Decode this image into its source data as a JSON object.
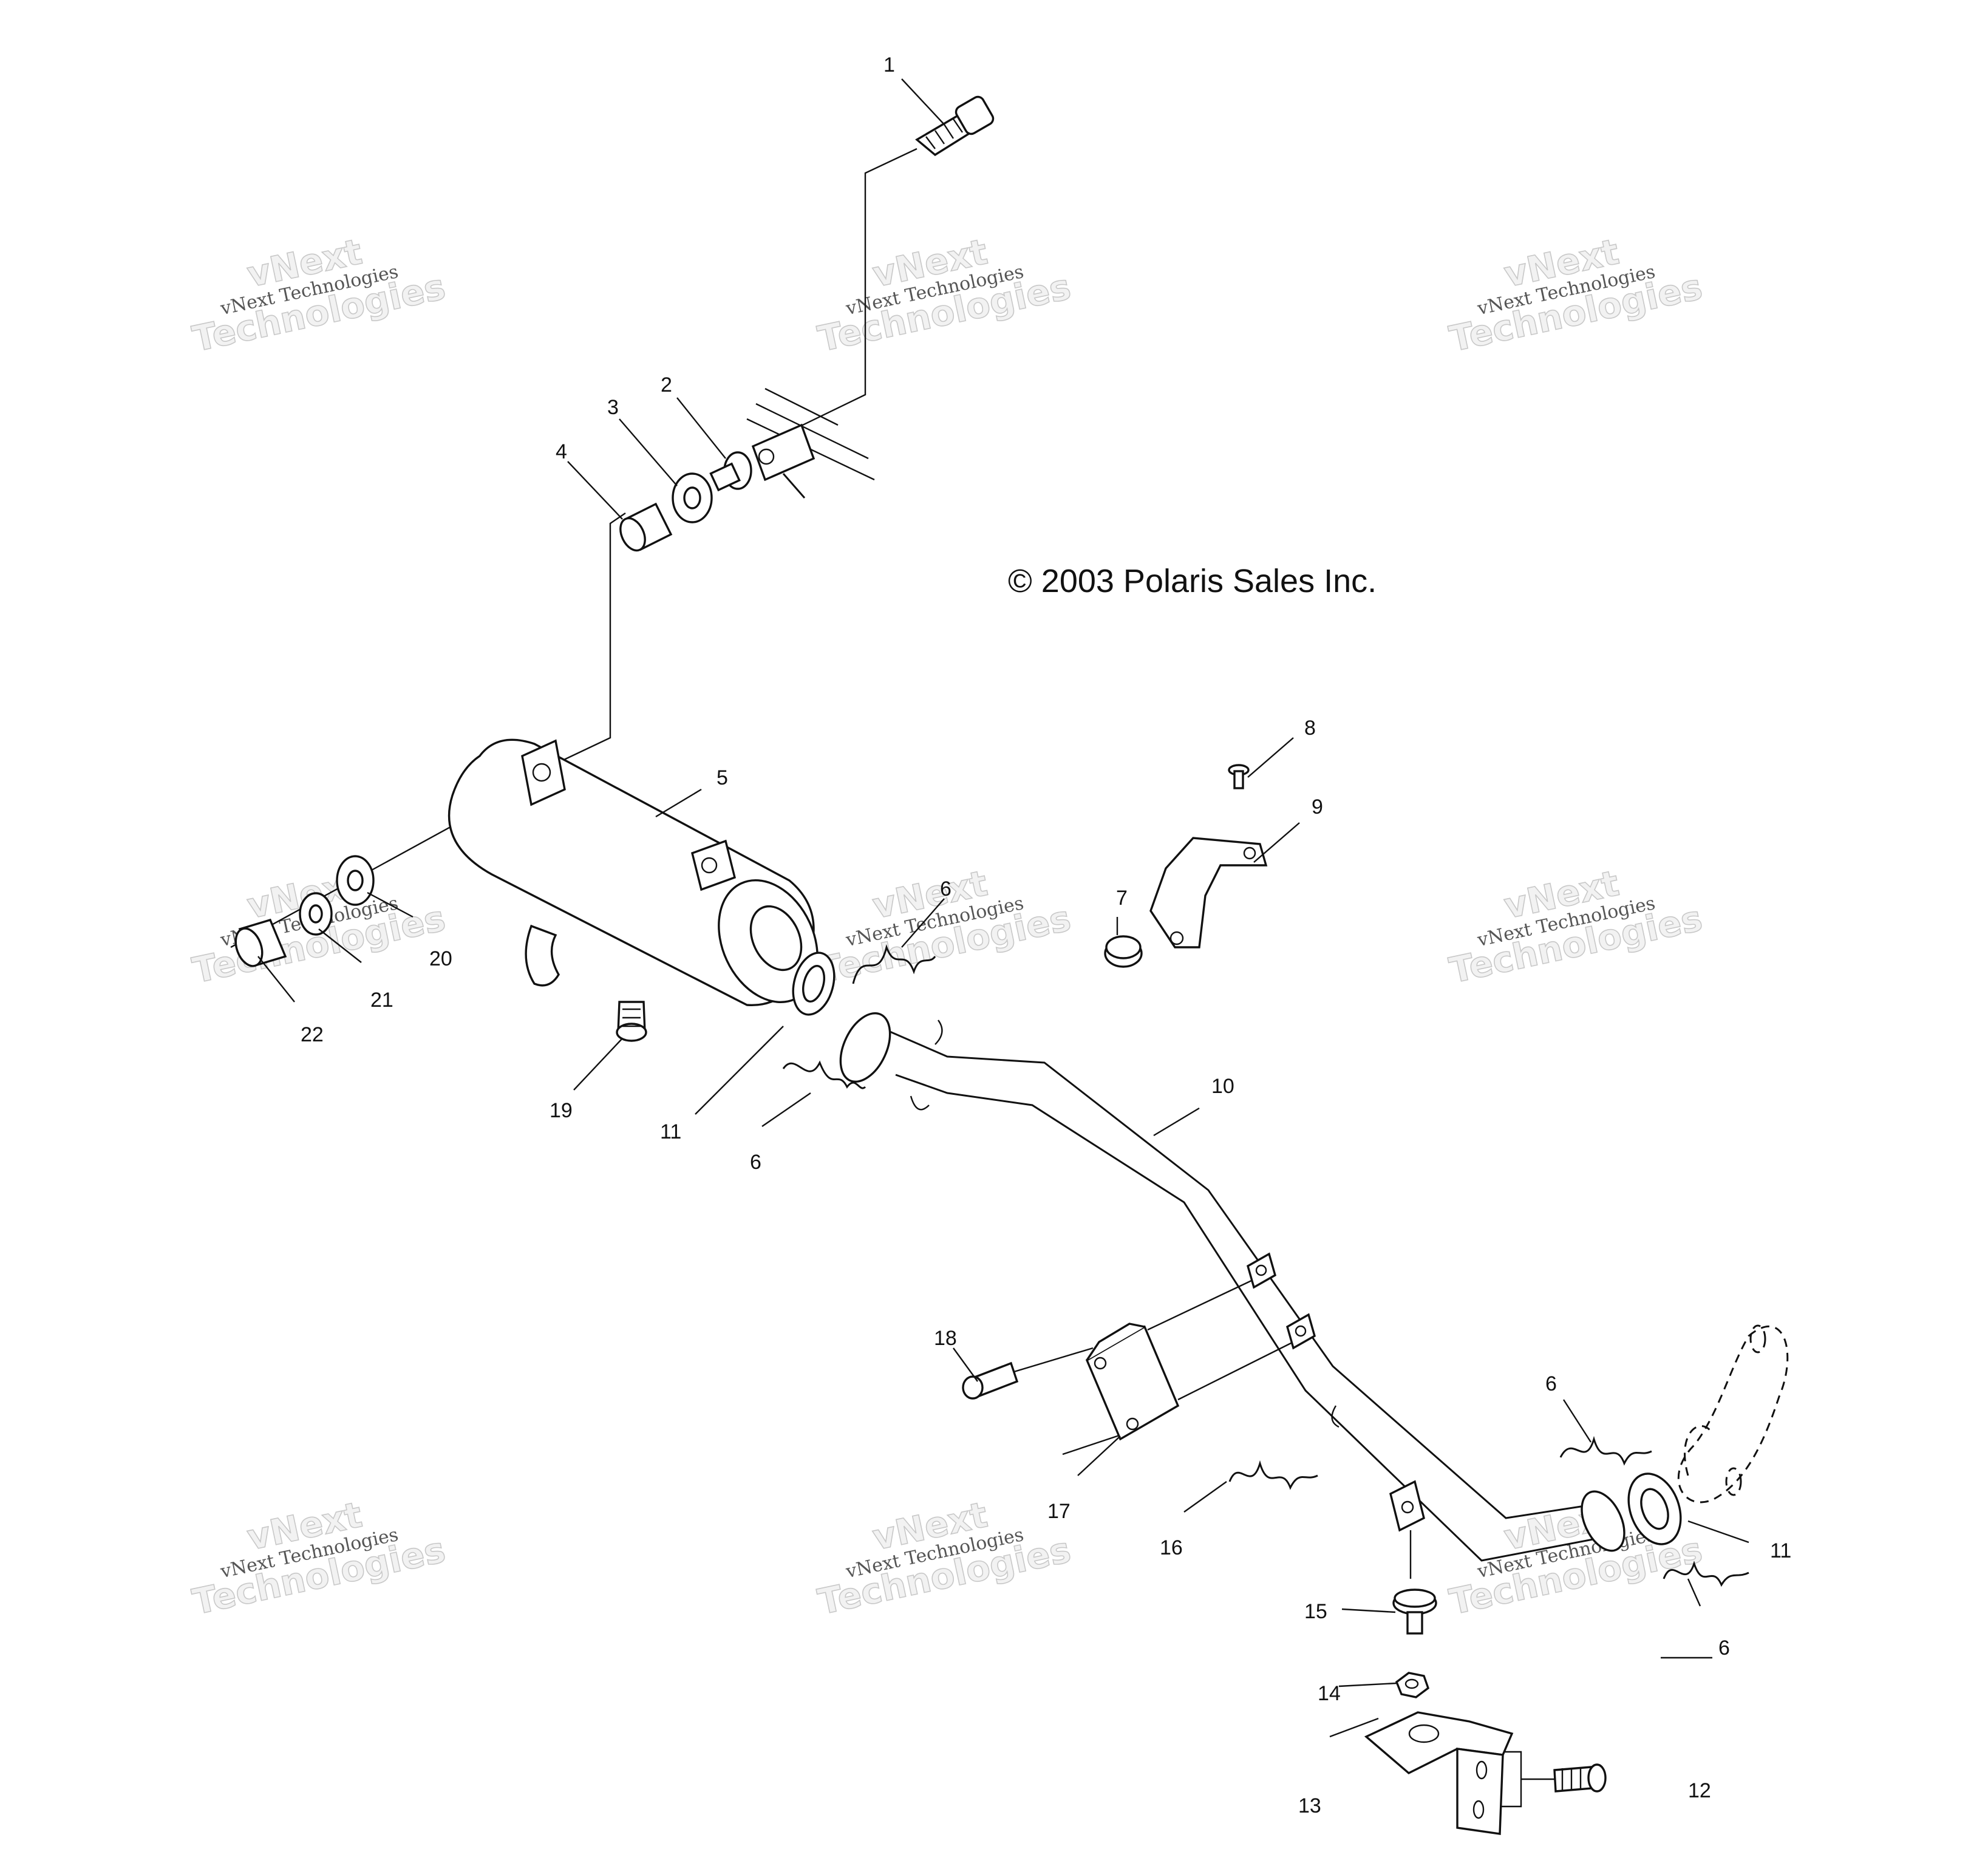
{
  "copyright": "© 2003 Polaris Sales Inc.",
  "watermark": {
    "line1": "vNext",
    "line2": "vNext Technologies",
    "line3": "Technologies"
  },
  "callouts": {
    "p1": "1",
    "p2": "2",
    "p3": "3",
    "p4": "4",
    "p5": "5",
    "p6a": "6",
    "p6b": "6",
    "p6c": "6",
    "p6d": "6",
    "p7": "7",
    "p8": "8",
    "p9": "9",
    "p10": "10",
    "p11a": "11",
    "p11b": "11",
    "p12": "12",
    "p13": "13",
    "p14": "14",
    "p15": "15",
    "p16": "16",
    "p17": "17",
    "p18": "18",
    "p19": "19",
    "p20": "20",
    "p21": "21",
    "p22": "22"
  }
}
